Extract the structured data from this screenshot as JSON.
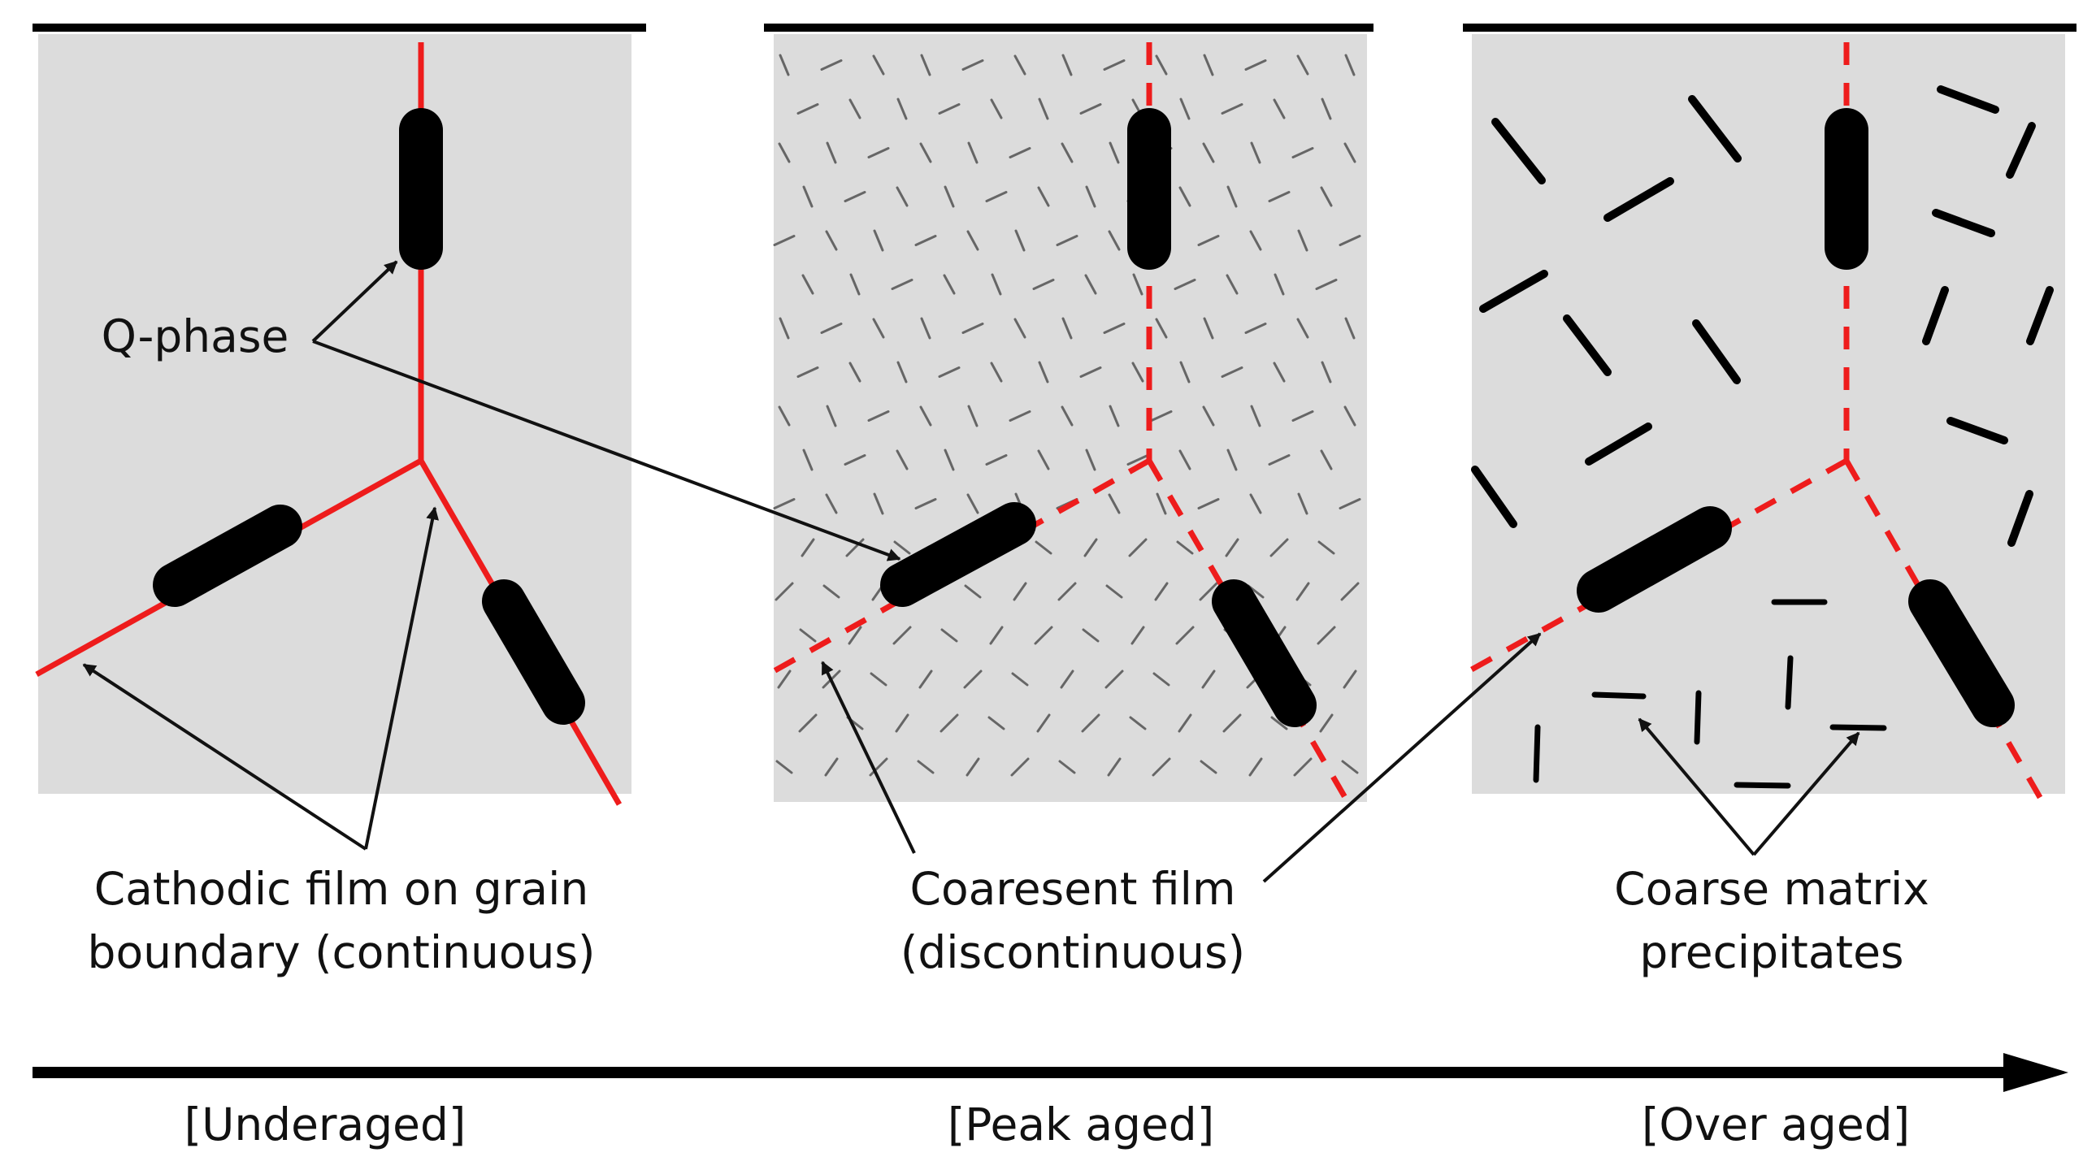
{
  "labels": {
    "q_phase": "Q-phase",
    "cathodic_film_line1": "Cathodic film on grain",
    "cathodic_film_line2": "boundary (continuous)",
    "coaresent_film_line1": "Coaresent film",
    "coaresent_film_line2": "(discontinuous)",
    "coarse_matrix_line1": "Coarse matrix",
    "coarse_matrix_line2": "precipitates"
  },
  "stages": [
    "[Underaged]",
    "[Peak aged]",
    "[Over aged]"
  ],
  "colors": {
    "grain_background": "#dcdcdc",
    "grain_boundary": "#ee1c1c",
    "q_phase_particle": "#000000",
    "fine_precipitate": "#666666",
    "text": "#111111"
  }
}
